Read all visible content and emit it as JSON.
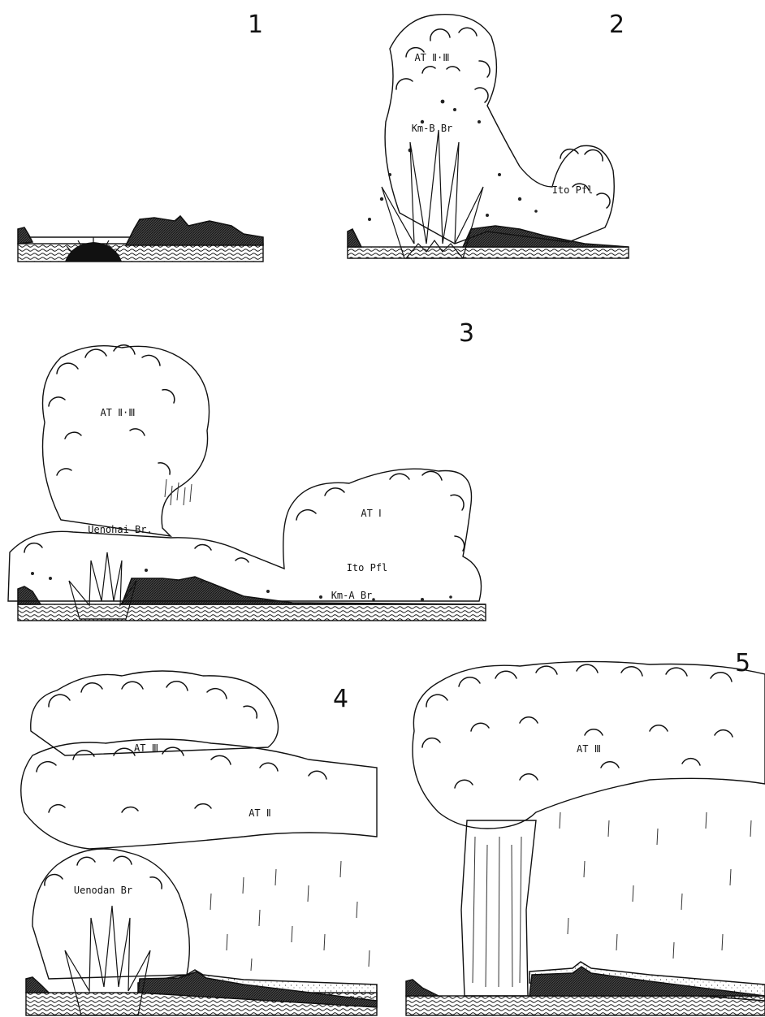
{
  "panels": [
    {
      "number": "1"
    },
    {
      "number": "2",
      "labels": [
        "AT Ⅱ·Ⅲ",
        "Km-B Br",
        "Ito Pfl"
      ]
    },
    {
      "number": "3",
      "labels": [
        "AT Ⅱ·Ⅲ",
        "AT Ⅰ",
        "Uenohai Br.",
        "Ito Pfl",
        "Km-A Br"
      ]
    },
    {
      "number": "4",
      "labels": [
        "AT Ⅲ",
        "AT Ⅱ",
        "Uenodan Br"
      ]
    },
    {
      "number": "5",
      "labels": [
        "AT Ⅲ"
      ]
    }
  ]
}
